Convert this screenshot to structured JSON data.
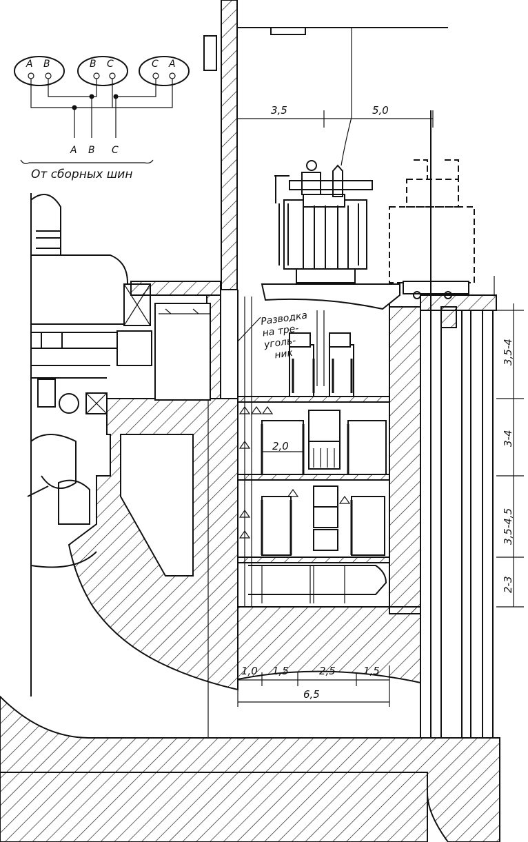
{
  "phase_connection": {
    "groups": [
      {
        "left": "A",
        "right": "B"
      },
      {
        "left": "B",
        "right": "C"
      },
      {
        "left": "C",
        "right": "A"
      }
    ],
    "bus_labels": [
      "A",
      "B",
      "C"
    ],
    "caption": "От сборных шин"
  },
  "annotation": {
    "lines": [
      "Разводка",
      "на тре-",
      "уголь-",
      "ник"
    ]
  },
  "dimensions": {
    "top_left": "3,5",
    "top_right": "5,0",
    "inner_width": "2,0",
    "bottom_parts": [
      "1,0",
      "1,5",
      "2,5",
      "1,5"
    ],
    "bottom_total": "6,5",
    "levels": [
      "3,5-4",
      "3-4",
      "3,5-4,5",
      "2-3"
    ]
  }
}
